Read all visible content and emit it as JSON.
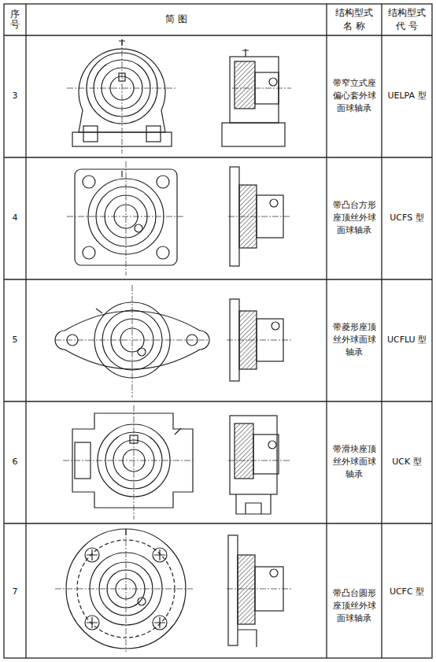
{
  "diagram": {
    "labels": [
      "序号",
      "简 图",
      "结构型式 名 称",
      "结构型式 代 号",
      "3",
      "带窄立式座偏心套外球面球轴承",
      "UELPA 型",
      "4",
      "带凸台方形座顶丝外球面球轴承",
      "UCFS 型",
      "5",
      "带菱形座顶丝外球面球轴承",
      "UCFLU 型",
      "6",
      "带滑块座顶丝外球面球轴承",
      "UCK 型",
      "7",
      "带凸台圆形座顶丝外球面球轴承",
      "UCFC 型"
    ]
  }
}
